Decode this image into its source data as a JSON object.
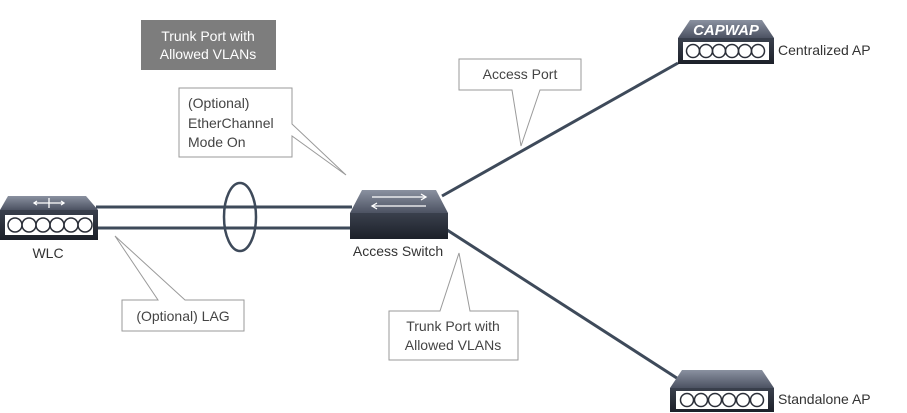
{
  "legend": {
    "line1": "Trunk Port with",
    "line2": "Allowed VLANs"
  },
  "devices": {
    "wlc": {
      "label": "WLC"
    },
    "access_switch": {
      "label": "Access Switch"
    },
    "centralized_ap": {
      "label": "Centralized AP",
      "badge": "CAPWAP"
    },
    "standalone_ap": {
      "label": "Standalone AP"
    }
  },
  "callouts": {
    "access_port": {
      "line1": "Access Port"
    },
    "etherchannel": {
      "line1": "(Optional)",
      "line2": "EtherChannel",
      "line3": "Mode On"
    },
    "lag": {
      "line1": "(Optional) LAG"
    },
    "trunk_port": {
      "line1": "Trunk Port with",
      "line2": "Allowed VLANs"
    }
  },
  "colors": {
    "device_dark": "#2f3440",
    "device_mid": "#5a6070",
    "link": "#3e4a5a",
    "legend_fill": "#7d7d7d",
    "callout_border": "#9a9a9a"
  }
}
